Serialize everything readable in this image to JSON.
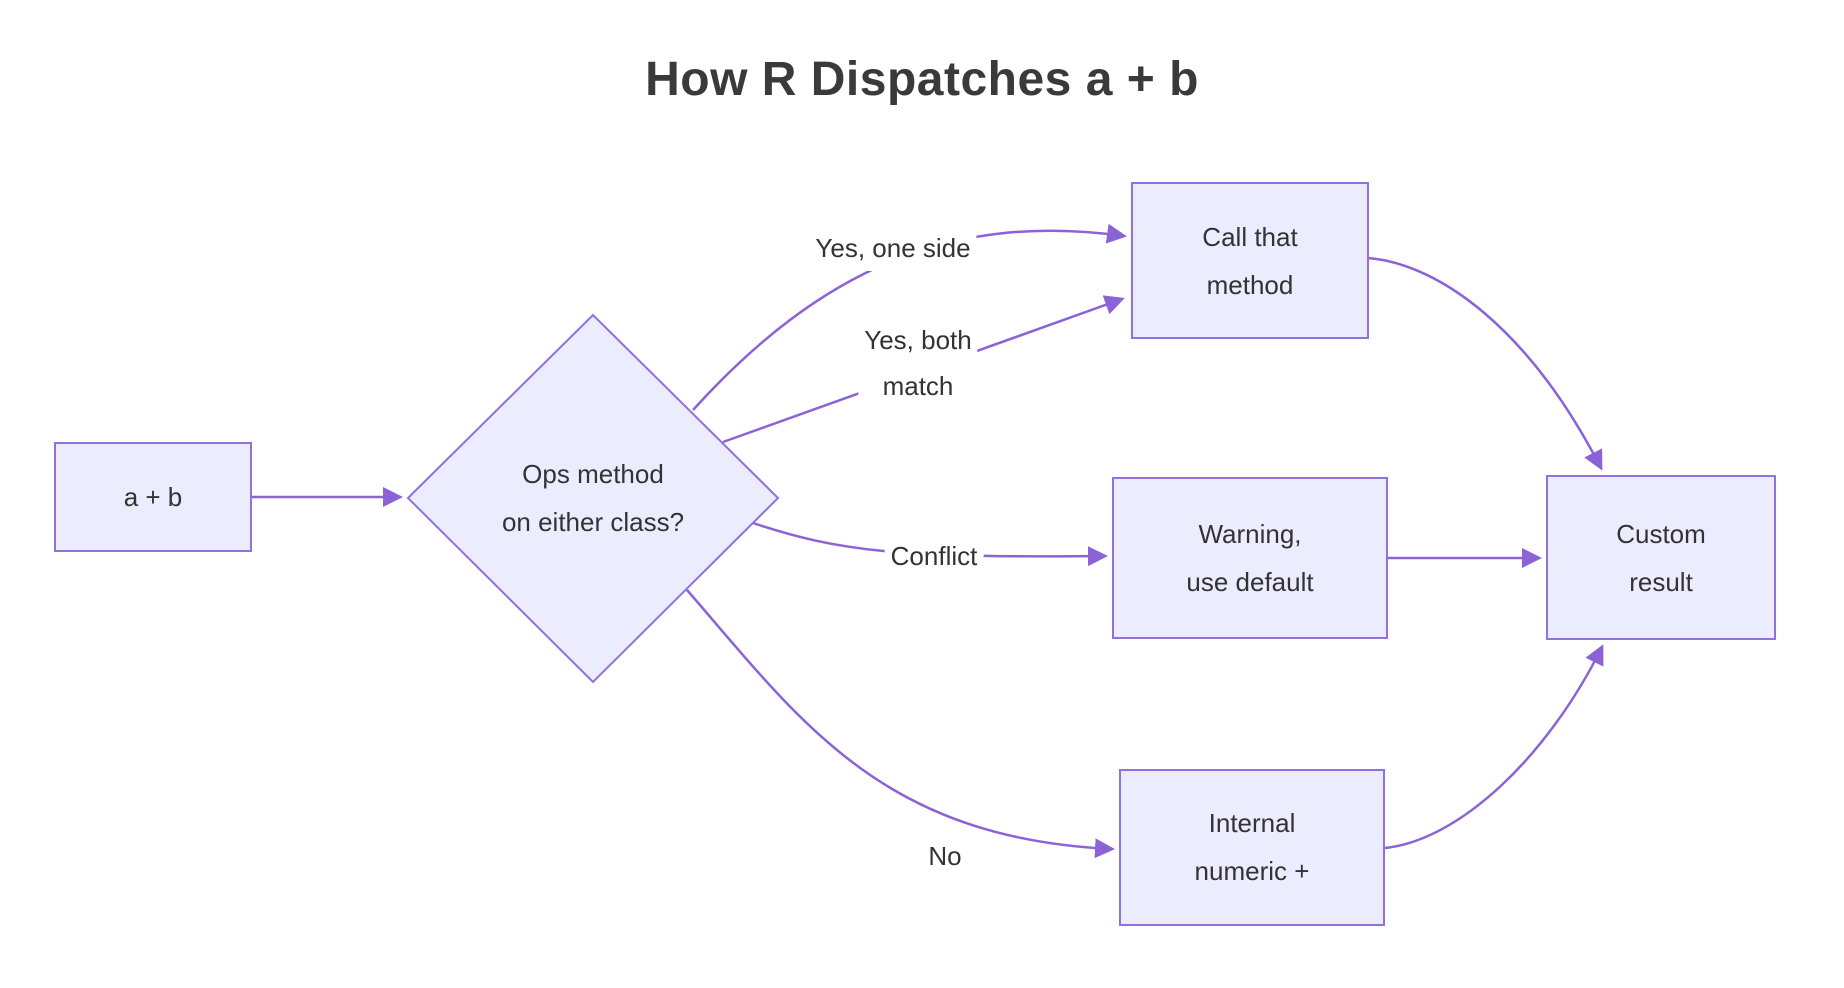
{
  "title": "How R Dispatches a + b",
  "theme": {
    "background": "#FFFFFF",
    "node_fill": "#ECECFF",
    "node_border": "#9370DB",
    "edge_color": "#8B63D6",
    "text_color": "#333333",
    "title_color": "#3A3A3A"
  },
  "nodes": {
    "start": {
      "label": "a + b"
    },
    "decision": {
      "lines": [
        "Ops method",
        "on either class?"
      ]
    },
    "call_method": {
      "lines": [
        "Call that",
        "method"
      ]
    },
    "warning_default": {
      "lines": [
        "Warning,",
        "use default"
      ]
    },
    "internal_numeric": {
      "lines": [
        "Internal",
        "numeric +"
      ]
    },
    "custom_result": {
      "lines": [
        "Custom",
        "result"
      ]
    }
  },
  "edge_labels": {
    "yes_one_side": "Yes, one side",
    "yes_both_match": {
      "lines": [
        "Yes, both",
        "match"
      ]
    },
    "conflict": "Conflict",
    "no": "No"
  }
}
